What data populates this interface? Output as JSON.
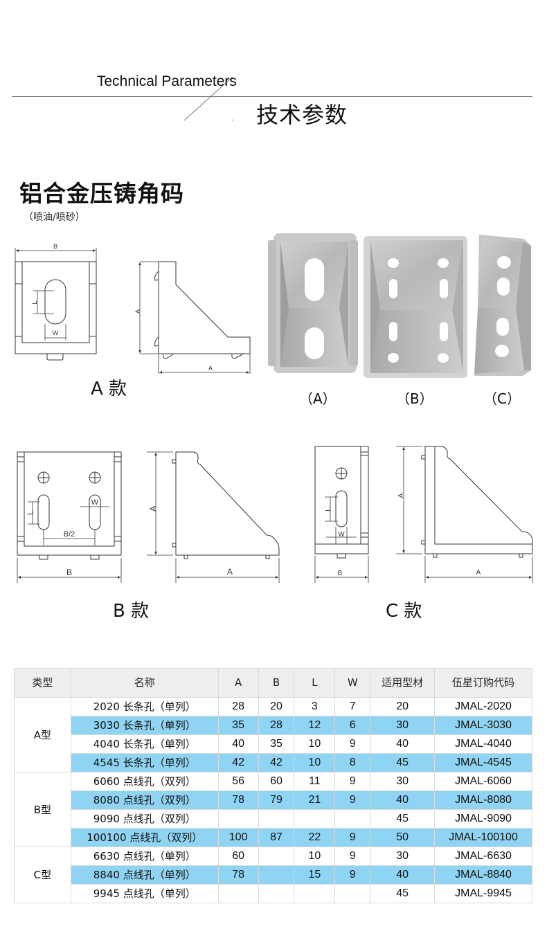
{
  "header": {
    "title_en": "Technical Parameters",
    "title_cn": "技术参数"
  },
  "product": {
    "title": "铝合金压铸角码",
    "subtitle": "（喷油/喷砂）"
  },
  "drawings": {
    "a_style": {
      "label": "A 款",
      "dims": {
        "b": "B",
        "a_vertical": "A",
        "a_horizontal": "A",
        "l": "L",
        "w": "W"
      }
    },
    "b_style": {
      "label": "B 款",
      "dims": {
        "b": "B",
        "b_half": "B/2",
        "a_vertical": "A",
        "a_horizontal": "A",
        "l": "L",
        "w": "W"
      }
    },
    "c_style": {
      "label": "C 款",
      "dims": {
        "b": "B",
        "a_vertical": "A",
        "a_horizontal": "A",
        "l": "L",
        "w": "W"
      }
    }
  },
  "photos": [
    {
      "label": "（A）",
      "icon": "bracket-a-photo"
    },
    {
      "label": "（B）",
      "icon": "bracket-b-photo"
    },
    {
      "label": "（C）",
      "icon": "bracket-c-photo"
    }
  ],
  "colors": {
    "highlight_row": "#8fd4f3",
    "header_bg": "#eeeeee",
    "border": "#d9d9d9"
  },
  "table": {
    "headers": [
      "类型",
      "名称",
      "A",
      "B",
      "L",
      "W",
      "适用型材",
      "伍星订购代码"
    ],
    "groups": [
      {
        "type": "A型",
        "rows": [
          {
            "name": "2020 长条孔（单列）",
            "a": "28",
            "b": "20",
            "l": "3",
            "w": "7",
            "profile": "20",
            "code": "JMAL-2020",
            "highlight": false
          },
          {
            "name": "3030 长条孔（单列）",
            "a": "35",
            "b": "28",
            "l": "12",
            "w": "6",
            "profile": "30",
            "code": "JMAL-3030",
            "highlight": true
          },
          {
            "name": "4040 长条孔（单列）",
            "a": "40",
            "b": "35",
            "l": "10",
            "w": "9",
            "profile": "40",
            "code": "JMAL-4040",
            "highlight": false
          },
          {
            "name": "4545 长条孔（单列）",
            "a": "42",
            "b": "42",
            "l": "10",
            "w": "8",
            "profile": "45",
            "code": "JMAL-4545",
            "highlight": true
          }
        ]
      },
      {
        "type": "B型",
        "rows": [
          {
            "name": "6060 点线孔（双列）",
            "a": "56",
            "b": "60",
            "l": "11",
            "w": "9",
            "profile": "30",
            "code": "JMAL-6060",
            "highlight": false
          },
          {
            "name": "8080 点线孔（双列）",
            "a": "78",
            "b": "79",
            "l": "21",
            "w": "9",
            "profile": "40",
            "code": "JMAL-8080",
            "highlight": true
          },
          {
            "name": "9090 点线孔（双列）",
            "a": "",
            "b": "",
            "l": "",
            "w": "",
            "profile": "45",
            "code": "JMAL-9090",
            "highlight": false
          },
          {
            "name": "100100 点线孔（双列）",
            "a": "100",
            "b": "87",
            "l": "22",
            "w": "9",
            "profile": "50",
            "code": "JMAL-100100",
            "highlight": true
          }
        ]
      },
      {
        "type": "C型",
        "rows": [
          {
            "name": "6630 点线孔（单列）",
            "a": "60",
            "b": "",
            "l": "10",
            "w": "9",
            "profile": "30",
            "code": "JMAL-6630",
            "highlight": false
          },
          {
            "name": "8840 点线孔（单列）",
            "a": "78",
            "b": "",
            "l": "15",
            "w": "9",
            "profile": "40",
            "code": "JMAL-8840",
            "highlight": true
          },
          {
            "name": "9945 点线孔（单列）",
            "a": "",
            "b": "",
            "l": "",
            "w": "",
            "profile": "45",
            "code": "JMAL-9945",
            "highlight": false
          }
        ]
      }
    ]
  }
}
